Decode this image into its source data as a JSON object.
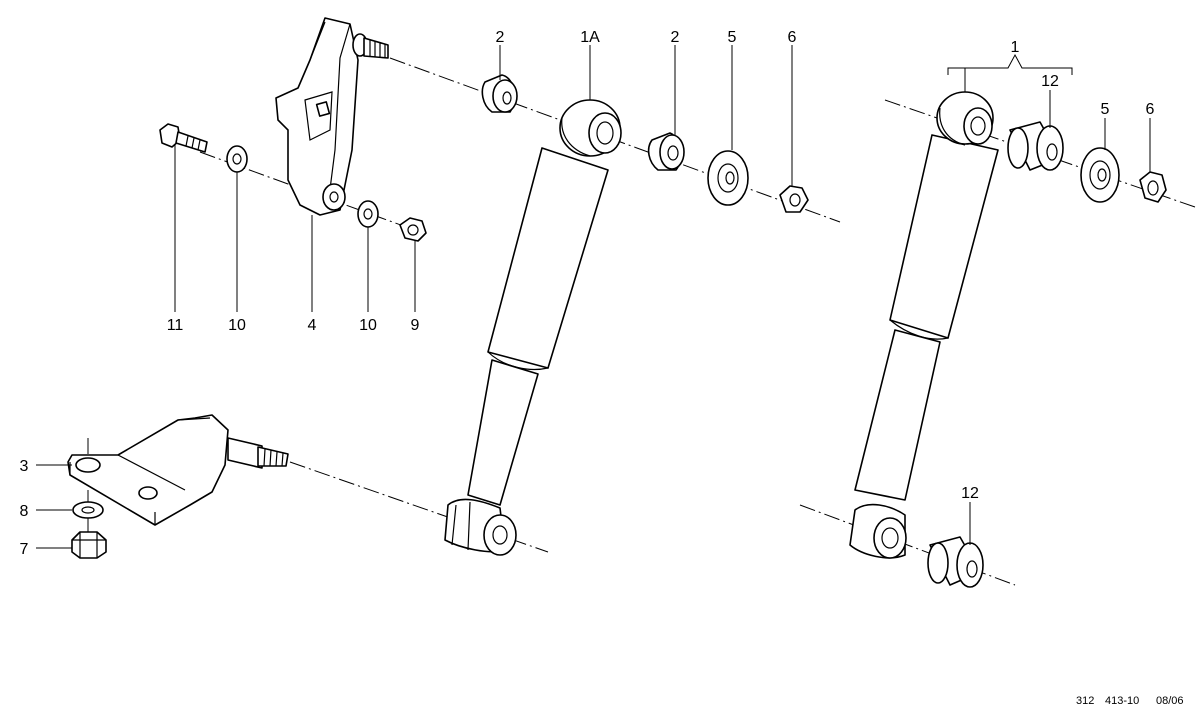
{
  "callouts": {
    "c1": "1",
    "c1A": "1A",
    "c2_left": "2",
    "c2_right": "2",
    "c3": "3",
    "c4": "4",
    "c5_mid": "5",
    "c5_right": "5",
    "c6_mid": "6",
    "c6_right": "6",
    "c7": "7",
    "c8": "8",
    "c9": "9",
    "c10_left": "10",
    "c10_right": "10",
    "c11": "11",
    "c12_top": "12",
    "c12_bottom": "12"
  },
  "footer": {
    "page": "312",
    "ref": "413-10",
    "date": "08/06"
  },
  "colors": {
    "line": "#000000",
    "background": "#ffffff"
  }
}
